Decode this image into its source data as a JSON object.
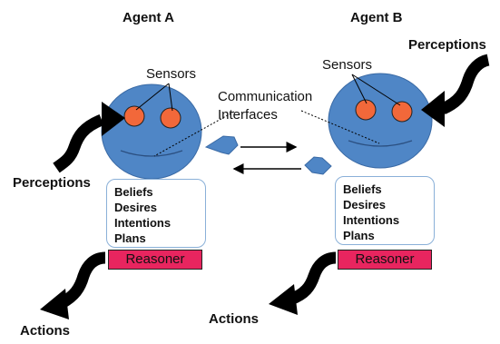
{
  "agent_a": {
    "title": "Agent A",
    "sensors_label": "Sensors",
    "perceptions_label": "Perceptions",
    "actions_label": "Actions",
    "bdi": [
      "Beliefs",
      "Desires",
      "Intentions",
      "Plans"
    ],
    "reasoner_label": "Reasoner"
  },
  "agent_b": {
    "title": "Agent B",
    "sensors_label": "Sensors",
    "perceptions_label": "Perceptions",
    "actions_label": "Actions",
    "bdi": [
      "Beliefs",
      "Desires",
      "Intentions",
      "Plans"
    ],
    "reasoner_label": "Reasoner"
  },
  "communication": {
    "label_line1": "Communication",
    "label_line2": "Interfaces"
  },
  "colors": {
    "head": "#4f86c6",
    "eye": "#f2683a",
    "reasoner": "#e8255f",
    "arrow": "#000000"
  }
}
